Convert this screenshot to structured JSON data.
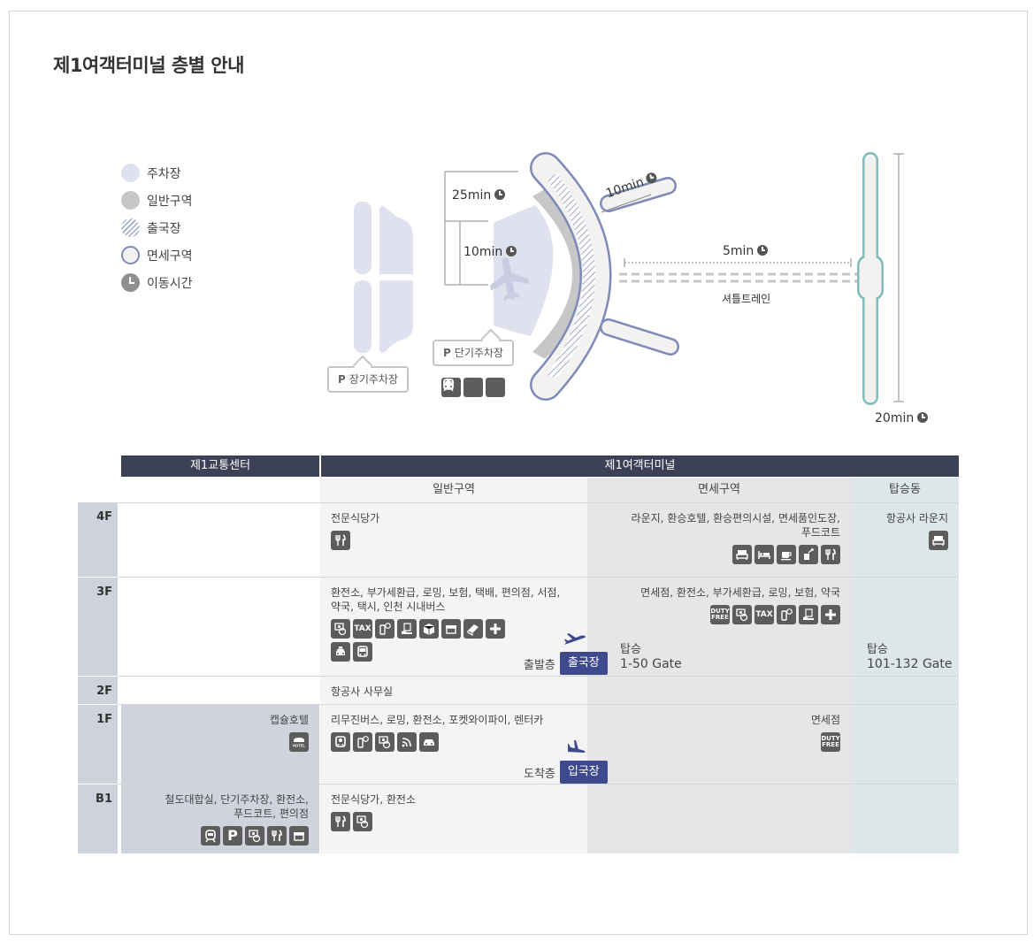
{
  "page_title": "제1여객터미널 층별 안내",
  "legend": [
    {
      "label": "주차장",
      "swatch": "parking"
    },
    {
      "label": "일반구역",
      "swatch": "general"
    },
    {
      "label": "출국장",
      "swatch": "departure"
    },
    {
      "label": "면세구역",
      "swatch": "dutyfree"
    },
    {
      "label": "이동시간",
      "swatch": "time"
    }
  ],
  "map": {
    "time_25": "25min",
    "time_10a": "10min",
    "time_10b": "10min",
    "time_5": "5min",
    "time_20": "20min",
    "shuttle_label": "셔틀트레인",
    "long_parking": "장기주차장",
    "short_parking": "단기주차장",
    "parking_prefix": "P",
    "transport_icons": [
      "train-icon",
      "bus-icon",
      "taxi-icon"
    ]
  },
  "colors": {
    "header": "#3d4155",
    "badge": "#3f4a8e",
    "parking": "#dfe1ee",
    "general_zone": "#c7c7c7",
    "dutyfree_outline": "#7e8ab8",
    "concourse_outline": "#7fbcbc",
    "col_general": "#f4f4f4",
    "col_dutyfree": "#e6e6e6",
    "col_boarding": "#dde6e8",
    "col_transport": "#cfd3dc",
    "floor_col": "#ced2dc"
  },
  "table": {
    "header_transport": "제1교통센터",
    "header_terminal": "제1여객터미널",
    "sub_general": "일반구역",
    "sub_dutyfree": "면세구역",
    "sub_boarding": "탑승동",
    "floors": [
      "4F",
      "3F",
      "2F",
      "1F",
      "B1"
    ],
    "rows": {
      "f4": {
        "general": "전문식당가",
        "general_icons": [
          "restaurant-icon"
        ],
        "dutyfree_line1": "라운지, 환승호텔, 환승편의시설, 면세품인도장,",
        "dutyfree_line2": "푸드코트",
        "dutyfree_icons": [
          "lounge-icon",
          "hotel-bed-icon",
          "cafe-icon",
          "dutyfree-delivery-icon",
          "restaurant-icon"
        ],
        "boarding": "항공사 라운지",
        "boarding_icons": [
          "lounge-icon"
        ]
      },
      "f3": {
        "general_line1": "환전소, 부가세환급, 로밍, 보험, 택배, 편의점, 서점,",
        "general_line2": "약국, 택시, 인천 시내버스",
        "general_icons_1": [
          "exchange-icon",
          "tax-icon",
          "roaming-icon",
          "insurance-icon",
          "delivery-icon",
          "store-icon",
          "book-icon",
          "pharmacy-icon"
        ],
        "general_icons_2": [
          "taxi-icon",
          "bus-icon"
        ],
        "dutyfree": "면세점, 환전소, 부가세환급, 로밍, 보험, 약국",
        "dutyfree_icons": [
          "dutyfree-shop-icon",
          "exchange-icon",
          "tax-icon",
          "roaming-icon",
          "insurance-icon",
          "pharmacy-icon"
        ],
        "level_label": "출발층",
        "level_badge": "출국장",
        "gate_label_a": "탑승",
        "gate_range_a": "1-50 Gate",
        "gate_label_b": "탑승",
        "gate_range_b": "101-132 Gate"
      },
      "f2": {
        "general": "항공사 사무실"
      },
      "f1": {
        "transport": "캡슐호텔",
        "transport_icons": [
          "capsule-hotel-icon"
        ],
        "general": "리무진버스, 로밍, 환전소, 포켓와이파이, 렌터카",
        "general_icons": [
          "limousine-bus-icon",
          "roaming-icon",
          "exchange-icon",
          "wifi-icon",
          "rental-car-icon"
        ],
        "dutyfree": "면세점",
        "dutyfree_icons": [
          "dutyfree-shop-icon"
        ],
        "level_label": "도착층",
        "level_badge": "입국장"
      },
      "b1": {
        "transport_line1": "철도대합실, 단기주차장, 환전소,",
        "transport_line2": "푸드코트, 편의점",
        "transport_icons": [
          "train-icon",
          "parking-icon",
          "exchange-icon",
          "restaurant-icon",
          "store-icon"
        ],
        "general": "전문식당가, 환전소",
        "general_icons": [
          "restaurant-icon",
          "exchange-icon"
        ]
      }
    }
  },
  "icon_text": {
    "tax": "TAX",
    "duty": "DUTY",
    "free": "FREE",
    "hotel": "HOTEL",
    "parking": "P"
  }
}
